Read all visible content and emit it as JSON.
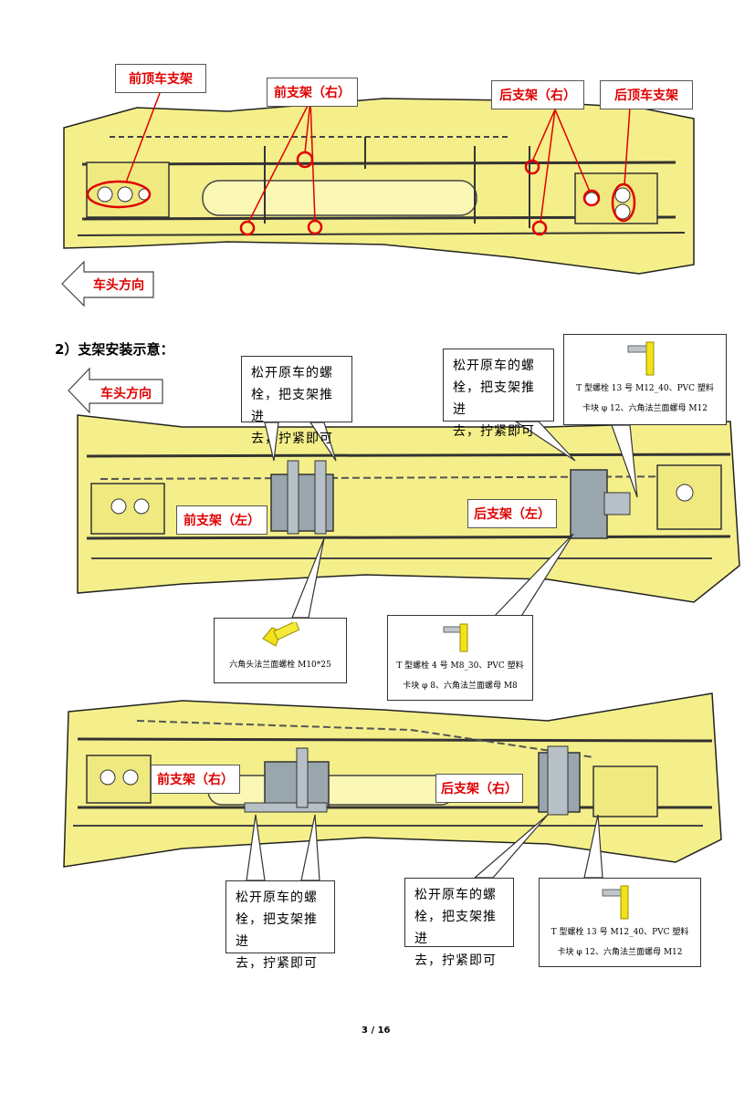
{
  "colors": {
    "chassis": "#f4ef8a",
    "label_red": "#e00000",
    "bracket": "#9aa6ad",
    "outline": "#111111"
  },
  "figure1": {
    "labels": {
      "front_roof_bracket": "前顶车支架",
      "front_bracket_right": "前支架（右）",
      "rear_bracket_right": "后支架（右）",
      "rear_roof_bracket": "后顶车支架",
      "vehicle_front_direction": "车头方向"
    }
  },
  "section2": {
    "title": "2）支架安装示意："
  },
  "figure2": {
    "direction": "车头方向",
    "front_bracket_left": "前支架（左）",
    "rear_bracket_left": "后支架（左）",
    "callout_left": [
      "松开原车的螺",
      "栓，把支架推进",
      "去，拧紧即可"
    ],
    "callout_right": [
      "松开原车的螺",
      "栓，把支架推进",
      "去，拧紧即可"
    ],
    "part_top_right": {
      "icon": "t-bolt-icon",
      "line1": "T 型螺栓 13 号 M12_40、PVC 塑料",
      "line2": "卡块 φ 12、六角法兰面螺母 M12"
    },
    "part_hex_bolt": {
      "icon": "hex-bolt-icon",
      "line1": "六角头法兰面螺栓 M10*25"
    },
    "part_t_bolt_m8": {
      "icon": "t-bolt-icon",
      "line1": "T 型螺栓 4 号 M8_30、PVC 塑料",
      "line2": "卡块 φ 8、六角法兰面螺母  M8"
    }
  },
  "figure3": {
    "front_bracket_right": "前支架（右）",
    "rear_bracket_right": "后支架（右）",
    "callout_left": [
      "松开原车的螺",
      "栓，把支架推进",
      "去，拧紧即可"
    ],
    "callout_right": [
      "松开原车的螺",
      "栓，把支架推进",
      "去，拧紧即可"
    ],
    "part_bottom_right": {
      "icon": "t-bolt-icon",
      "line1": "T 型螺栓 13 号 M12_40、PVC 塑料",
      "line2": "卡块 φ 12、六角法兰面螺母 M12"
    }
  },
  "footer": {
    "page": "3 / 16"
  }
}
